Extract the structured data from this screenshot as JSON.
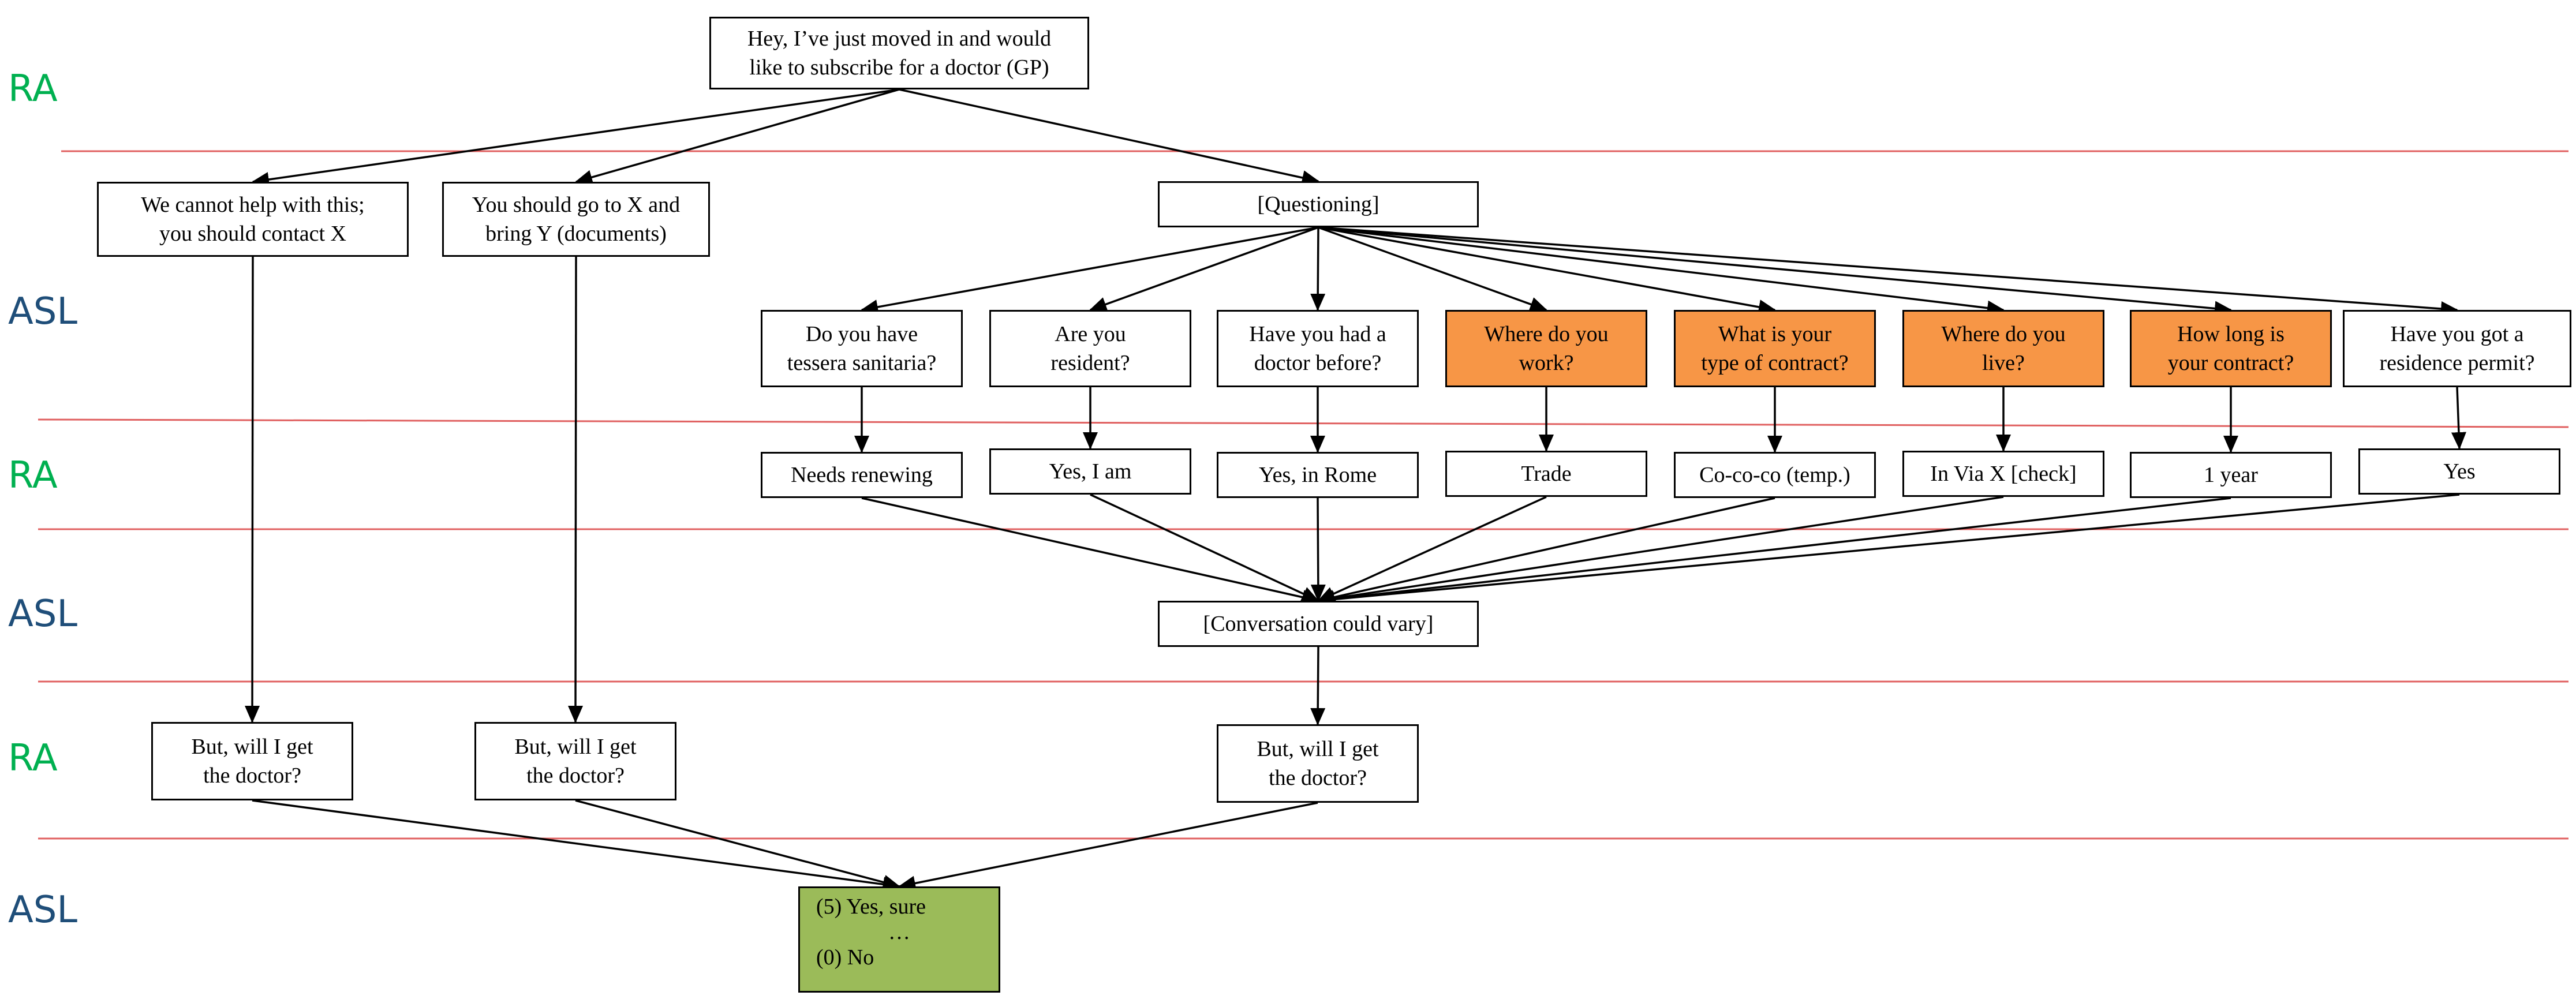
{
  "lanes": [
    {
      "id": "lane1",
      "label": "RA",
      "color": "#00b050"
    },
    {
      "id": "lane2",
      "label": "ASL",
      "color": "#1f4e79"
    },
    {
      "id": "lane3",
      "label": "RA",
      "color": "#00b050"
    },
    {
      "id": "lane4",
      "label": "ASL",
      "color": "#1f4e79"
    },
    {
      "id": "lane5",
      "label": "RA",
      "color": "#00b050"
    },
    {
      "id": "lane6",
      "label": "ASL",
      "color": "#1f4e79"
    }
  ],
  "colors": {
    "divider": "#e06060",
    "highlight": "#f79646",
    "outcome": "#9bbb59",
    "stroke": "#000000"
  },
  "nodes": {
    "start": {
      "lines": [
        "Hey, I’ve just moved in and would",
        "like to subscribe for a doctor (GP)"
      ]
    },
    "cannot_help": {
      "lines": [
        "We cannot help with this;",
        "you should contact X"
      ]
    },
    "go_to_x": {
      "lines": [
        "You should go to X and",
        "bring Y (documents)"
      ]
    },
    "questioning": {
      "lines": [
        "[Questioning]"
      ]
    },
    "q_tessera": {
      "lines": [
        "Do you have",
        "tessera sanitaria?"
      ]
    },
    "q_resident": {
      "lines": [
        "Are you",
        "resident?"
      ]
    },
    "q_doctor_before": {
      "lines": [
        "Have you had a",
        "doctor before?"
      ]
    },
    "q_work": {
      "lines": [
        "Where do you",
        "work?"
      ],
      "highlight": true
    },
    "q_contract_type": {
      "lines": [
        "What is your",
        "type of contract?"
      ],
      "highlight": true
    },
    "q_live": {
      "lines": [
        "Where do you",
        "live?"
      ],
      "highlight": true
    },
    "q_contract_length": {
      "lines": [
        "How long is",
        "your contract?"
      ],
      "highlight": true
    },
    "q_permit": {
      "lines": [
        "Have you got a",
        "residence permit?"
      ]
    },
    "a_renewing": {
      "lines": [
        "Needs renewing"
      ]
    },
    "a_yes_i_am": {
      "lines": [
        "Yes, I am"
      ]
    },
    "a_rome": {
      "lines": [
        "Yes, in Rome"
      ]
    },
    "a_trade": {
      "lines": [
        "Trade"
      ]
    },
    "a_cococo": {
      "lines": [
        "Co-co-co (temp.)"
      ]
    },
    "a_via_x": {
      "lines": [
        "In Via X [check]"
      ]
    },
    "a_one_year": {
      "lines": [
        "1 year"
      ]
    },
    "a_yes": {
      "lines": [
        "Yes"
      ]
    },
    "vary": {
      "lines": [
        "[Conversation could vary]"
      ]
    },
    "ask_1": {
      "lines": [
        "But, will I get",
        "the doctor?"
      ]
    },
    "ask_2": {
      "lines": [
        "But, will I get",
        "the doctor?"
      ]
    },
    "ask_3": {
      "lines": [
        "But, will I get",
        "the doctor?"
      ]
    },
    "outcome": {
      "lines": [
        "(5) Yes, sure",
        "…",
        "(0) No"
      ]
    }
  },
  "edges": [
    [
      "start",
      "cannot_help"
    ],
    [
      "start",
      "go_to_x"
    ],
    [
      "start",
      "questioning"
    ],
    [
      "questioning",
      "q_tessera"
    ],
    [
      "questioning",
      "q_resident"
    ],
    [
      "questioning",
      "q_doctor_before"
    ],
    [
      "questioning",
      "q_work"
    ],
    [
      "questioning",
      "q_contract_type"
    ],
    [
      "questioning",
      "q_live"
    ],
    [
      "questioning",
      "q_contract_length"
    ],
    [
      "questioning",
      "q_permit"
    ],
    [
      "q_tessera",
      "a_renewing"
    ],
    [
      "q_resident",
      "a_yes_i_am"
    ],
    [
      "q_doctor_before",
      "a_rome"
    ],
    [
      "q_work",
      "a_trade"
    ],
    [
      "q_contract_type",
      "a_cococo"
    ],
    [
      "q_live",
      "a_via_x"
    ],
    [
      "q_contract_length",
      "a_one_year"
    ],
    [
      "q_permit",
      "a_yes"
    ],
    [
      "a_renewing",
      "vary"
    ],
    [
      "a_yes_i_am",
      "vary"
    ],
    [
      "a_rome",
      "vary"
    ],
    [
      "a_trade",
      "vary"
    ],
    [
      "a_cococo",
      "vary"
    ],
    [
      "a_via_x",
      "vary"
    ],
    [
      "a_one_year",
      "vary"
    ],
    [
      "a_yes",
      "vary"
    ],
    [
      "cannot_help",
      "ask_1"
    ],
    [
      "go_to_x",
      "ask_2"
    ],
    [
      "vary",
      "ask_3"
    ],
    [
      "ask_1",
      "outcome"
    ],
    [
      "ask_2",
      "outcome"
    ],
    [
      "ask_3",
      "outcome"
    ]
  ]
}
